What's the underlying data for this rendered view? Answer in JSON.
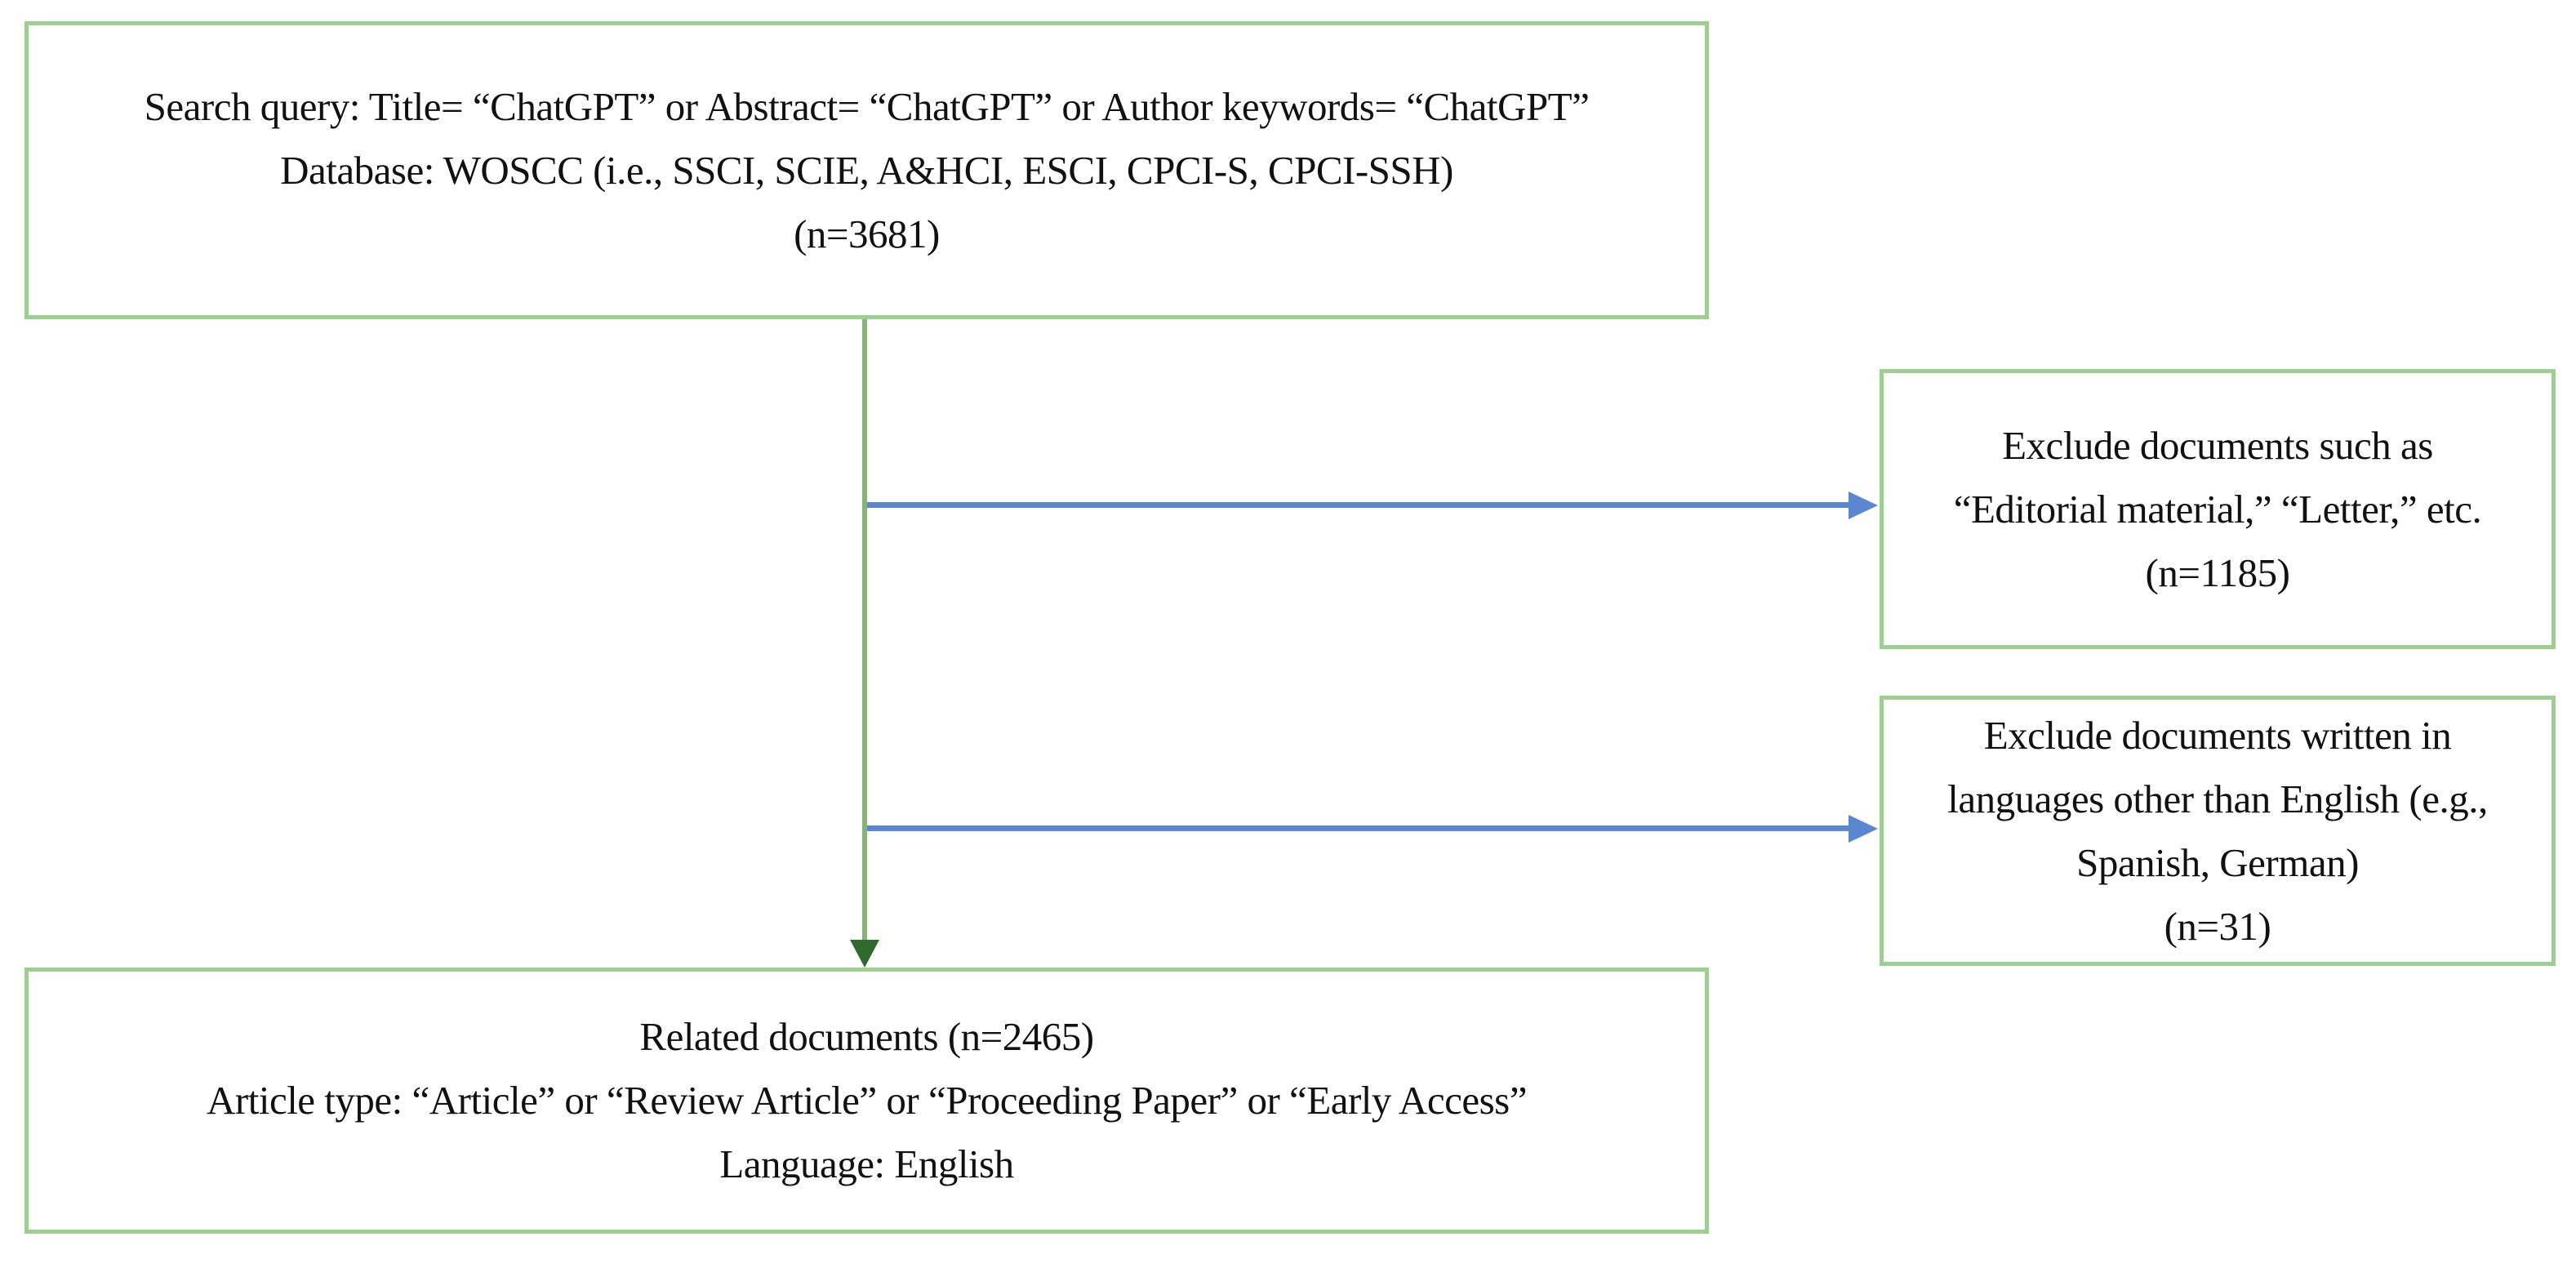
{
  "boxes": {
    "search": {
      "lines": [
        "Search query: Title= “ChatGPT” or Abstract= “ChatGPT” or Author keywords= “ChatGPT”",
        "Database: WOSCC (i.e., SSCI, SCIE, A&HCI, ESCI, CPCI-S, CPCI-SSH)",
        "(n=3681)"
      ]
    },
    "exclude_type": {
      "lines": [
        "Exclude documents such as",
        "“Editorial material,” “Letter,” etc.",
        "(n=1185)"
      ]
    },
    "exclude_language": {
      "lines": [
        "Exclude documents written in",
        "languages other than English (e.g.,",
        "Spanish, German)",
        "(n=31)"
      ]
    },
    "related": {
      "lines": [
        "Related documents (n=2465)",
        "Article type: “Article” or “Review Article” or “Proceeding Paper” or “Early Access”",
        "Language: English"
      ]
    }
  },
  "colors": {
    "box_border_green": "#9ccf90",
    "connector_line_green": "#85b476",
    "arrowhead_dark_green": "#2f6b2f",
    "connector_line_blue": "#5b87d0",
    "text": "#111111",
    "background": "#ffffff"
  }
}
